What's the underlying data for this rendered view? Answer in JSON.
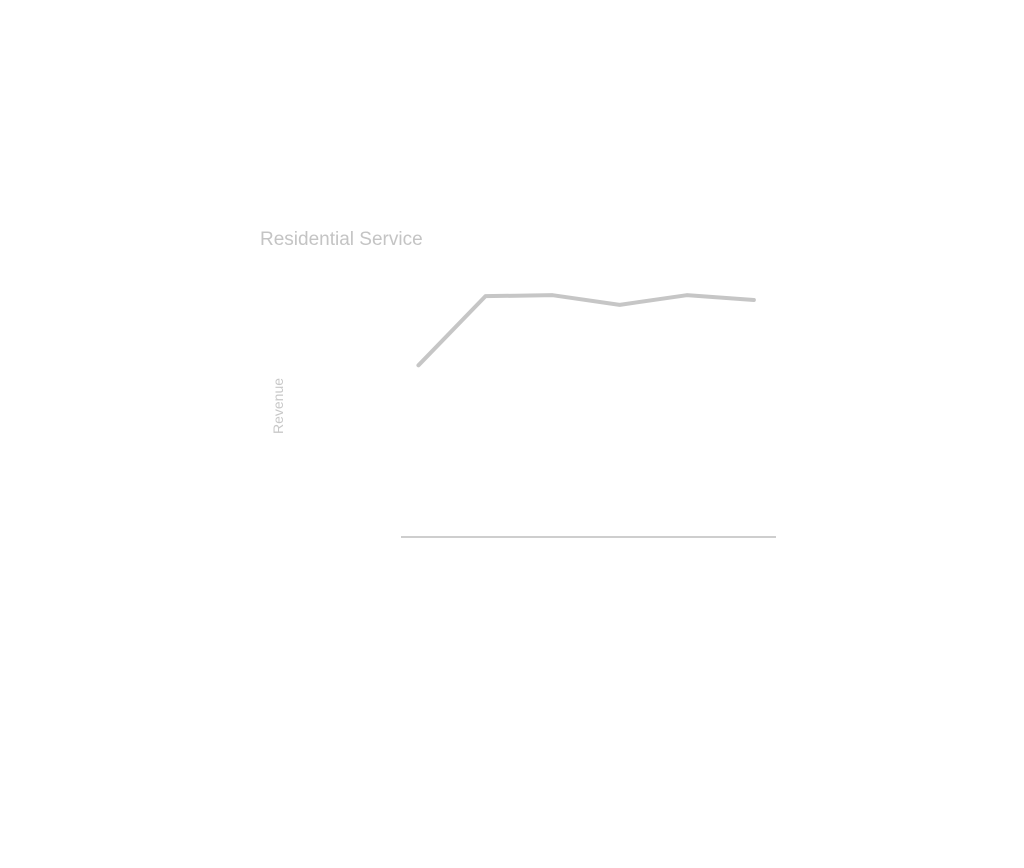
{
  "chart_data": {
    "type": "line",
    "title": "Residential Service",
    "xlabel": "",
    "ylabel": "Revenue",
    "x": [
      1,
      2,
      3,
      4,
      5,
      6
    ],
    "series": [
      {
        "name": "Residential Service",
        "values": [
          71,
          99.6,
          100,
          96,
          100,
          98
        ]
      }
    ],
    "xlim": [
      0.74,
      6.33
    ],
    "ylim": [
      0,
      110
    ],
    "grid": false,
    "line_color": "#c6c6c6",
    "axis_color": "#bdbdbd"
  }
}
